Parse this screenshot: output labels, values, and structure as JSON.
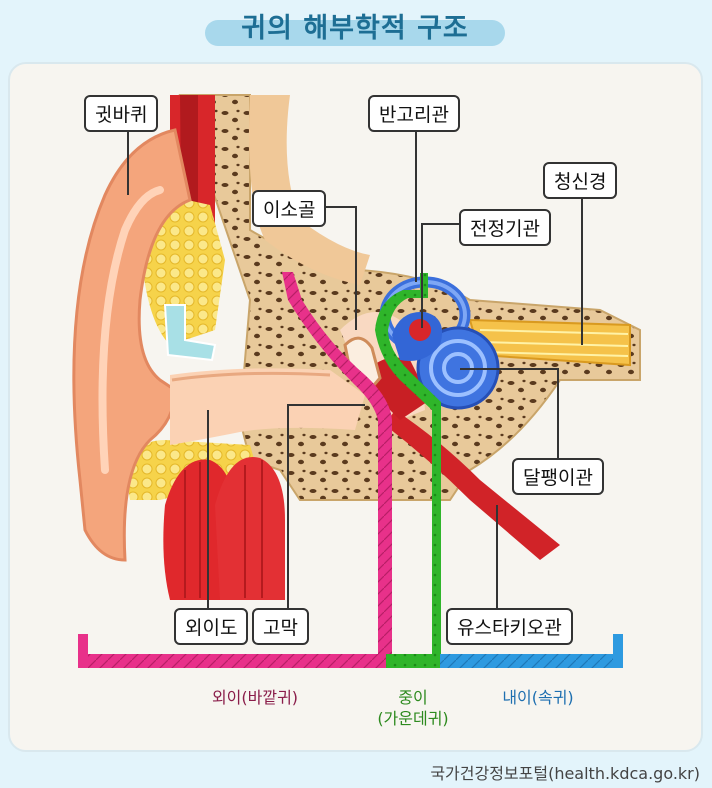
{
  "title": "귀의 해부학적 구조",
  "labels": {
    "pinna": "귓바퀴",
    "semicircular": "반고리관",
    "auditory_nerve": "청신경",
    "ossicles": "이소골",
    "vestibule": "전정기관",
    "cochlea": "달팽이관",
    "ear_canal": "외이도",
    "eardrum": "고막",
    "eustachian": "유스타키오관"
  },
  "regions": {
    "outer": "외이(바깥귀)",
    "middle_line1": "중이",
    "middle_line2": "(가운데귀)",
    "inner": "내이(속귀)"
  },
  "source": "국가건강정보포털(health.kdca.go.kr)",
  "colors": {
    "outer": "#e8318a",
    "middle": "#2fb52a",
    "inner": "#2e9ae0",
    "outer_text": "#8a1d4a",
    "middle_text": "#2d8a1e",
    "inner_text": "#1e6fb0"
  }
}
